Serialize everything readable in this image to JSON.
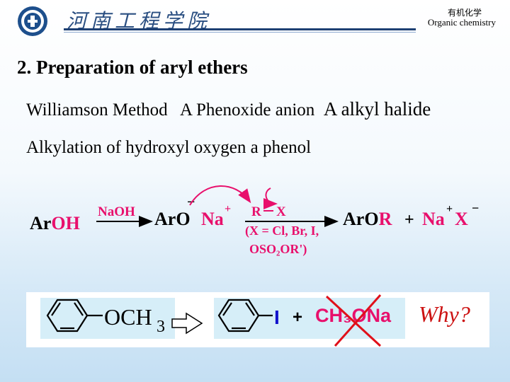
{
  "header": {
    "school_name": "河南工程学院",
    "course_cn": "有机化学",
    "course_en": "Organic chemistry"
  },
  "slide": {
    "title": "2. Preparation of aryl ethers",
    "line1": {
      "method": "Williamson Method",
      "reactant1": "A Phenoxide anion",
      "reactant2": "A alkyl halide"
    },
    "line2": "Alkylation of hydroxyl oxygen a phenol"
  },
  "reaction": {
    "start_pre": "Ar",
    "start_o": "O",
    "start_h": "H",
    "reagent": "NaOH",
    "int_pre": "Ar",
    "int_o": "O",
    "int_minus": "−",
    "int_na": "Na",
    "int_plus": "+",
    "alkyl_r": "R",
    "alkyl_x": "X",
    "cond1": "(X = Cl, Br, I,",
    "cond2": "OSO₂OR')",
    "prod_pre": "Ar",
    "prod_o": "O",
    "prod_r": "R",
    "plus": "+",
    "salt_na": "Na",
    "salt_plus": "+",
    "salt_x": "X",
    "salt_minus": "−"
  },
  "example": {
    "substituent": "OCH",
    "subscript": "3",
    "iodo": "I",
    "plus": "+",
    "reagent": "CH₃ONa",
    "why": "Why?"
  },
  "colors": {
    "navy": "#1d3f73",
    "reagent_red": "#e8106c",
    "why_red": "#cc1111",
    "cross_red": "#e0101a",
    "blue_iodine": "#1111cc"
  }
}
